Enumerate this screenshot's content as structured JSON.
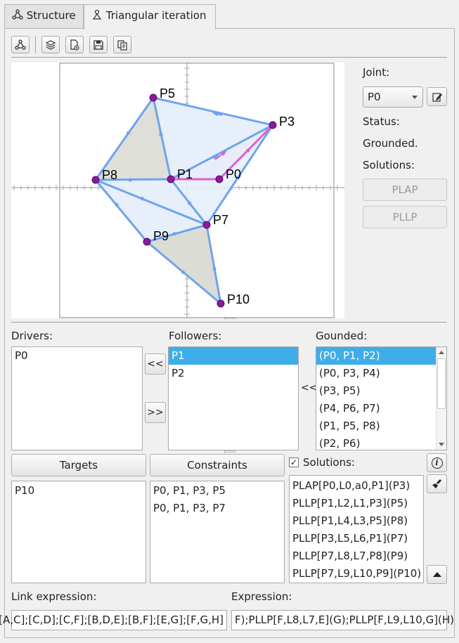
{
  "tabs": [
    {
      "label": "Structure",
      "icon": "structure-icon"
    },
    {
      "label": "Triangular iteration",
      "icon": "triangle-person-icon"
    }
  ],
  "toolbar": {
    "icons": [
      "structure-icon",
      "layers-icon",
      "new-file-icon",
      "save-icon",
      "copy-icon"
    ]
  },
  "canvas": {
    "joints": [
      "P0",
      "P1",
      "P3",
      "P5",
      "P7",
      "P8",
      "P9",
      "P10"
    ]
  },
  "side": {
    "joint_label": "Joint:",
    "joint_value": "P0",
    "status_label": "Status:",
    "status_value": "Grounded.",
    "solutions_label": "Solutions:",
    "plap": "PLAP",
    "pllp": "PLLP"
  },
  "drivers": {
    "label": "Drivers:",
    "items": [
      "P0"
    ]
  },
  "followers": {
    "label": "Followers:",
    "items": [
      "P1",
      "P2"
    ],
    "selected": 0
  },
  "grounded": {
    "label": "Gounded:",
    "items": [
      "(P0, P1, P2)",
      "(P0, P3, P4)",
      "(P3, P5)",
      "(P4, P6, P7)",
      "(P1, P5, P8)",
      "(P2, P6)"
    ],
    "selected": 0
  },
  "arrows": {
    "left": "<<",
    "right": ">>",
    "grounded": "<<"
  },
  "targets": {
    "button": "Targets",
    "items": [
      "P10"
    ]
  },
  "constraints": {
    "button": "Constraints",
    "items": [
      "P0, P1, P3, P5",
      "P0, P1, P3, P7"
    ]
  },
  "solutions": {
    "label": "Solutions:",
    "checked": true,
    "items": [
      "PLAP[P0,L0,a0,P1](P3)",
      "PLLP[P1,L2,L1,P3](P5)",
      "PLLP[P1,L4,L3,P5](P8)",
      "PLLP[P3,L5,L6,P1](P7)",
      "PLLP[P7,L8,L7,P8](P9)",
      "PLLP[P7,L9,L10,P9](P10)"
    ]
  },
  "link_expression": {
    "label": "Link expression:",
    "value": "[A,C];[C,D];[C,F];[B,D,E];[B,F];[E,G];[F,G,H]"
  },
  "expression": {
    "label": "Expression:",
    "value": "F);PLLP[F,L8,L7,E](G);PLLP[F,L9,L10,G](H)"
  }
}
